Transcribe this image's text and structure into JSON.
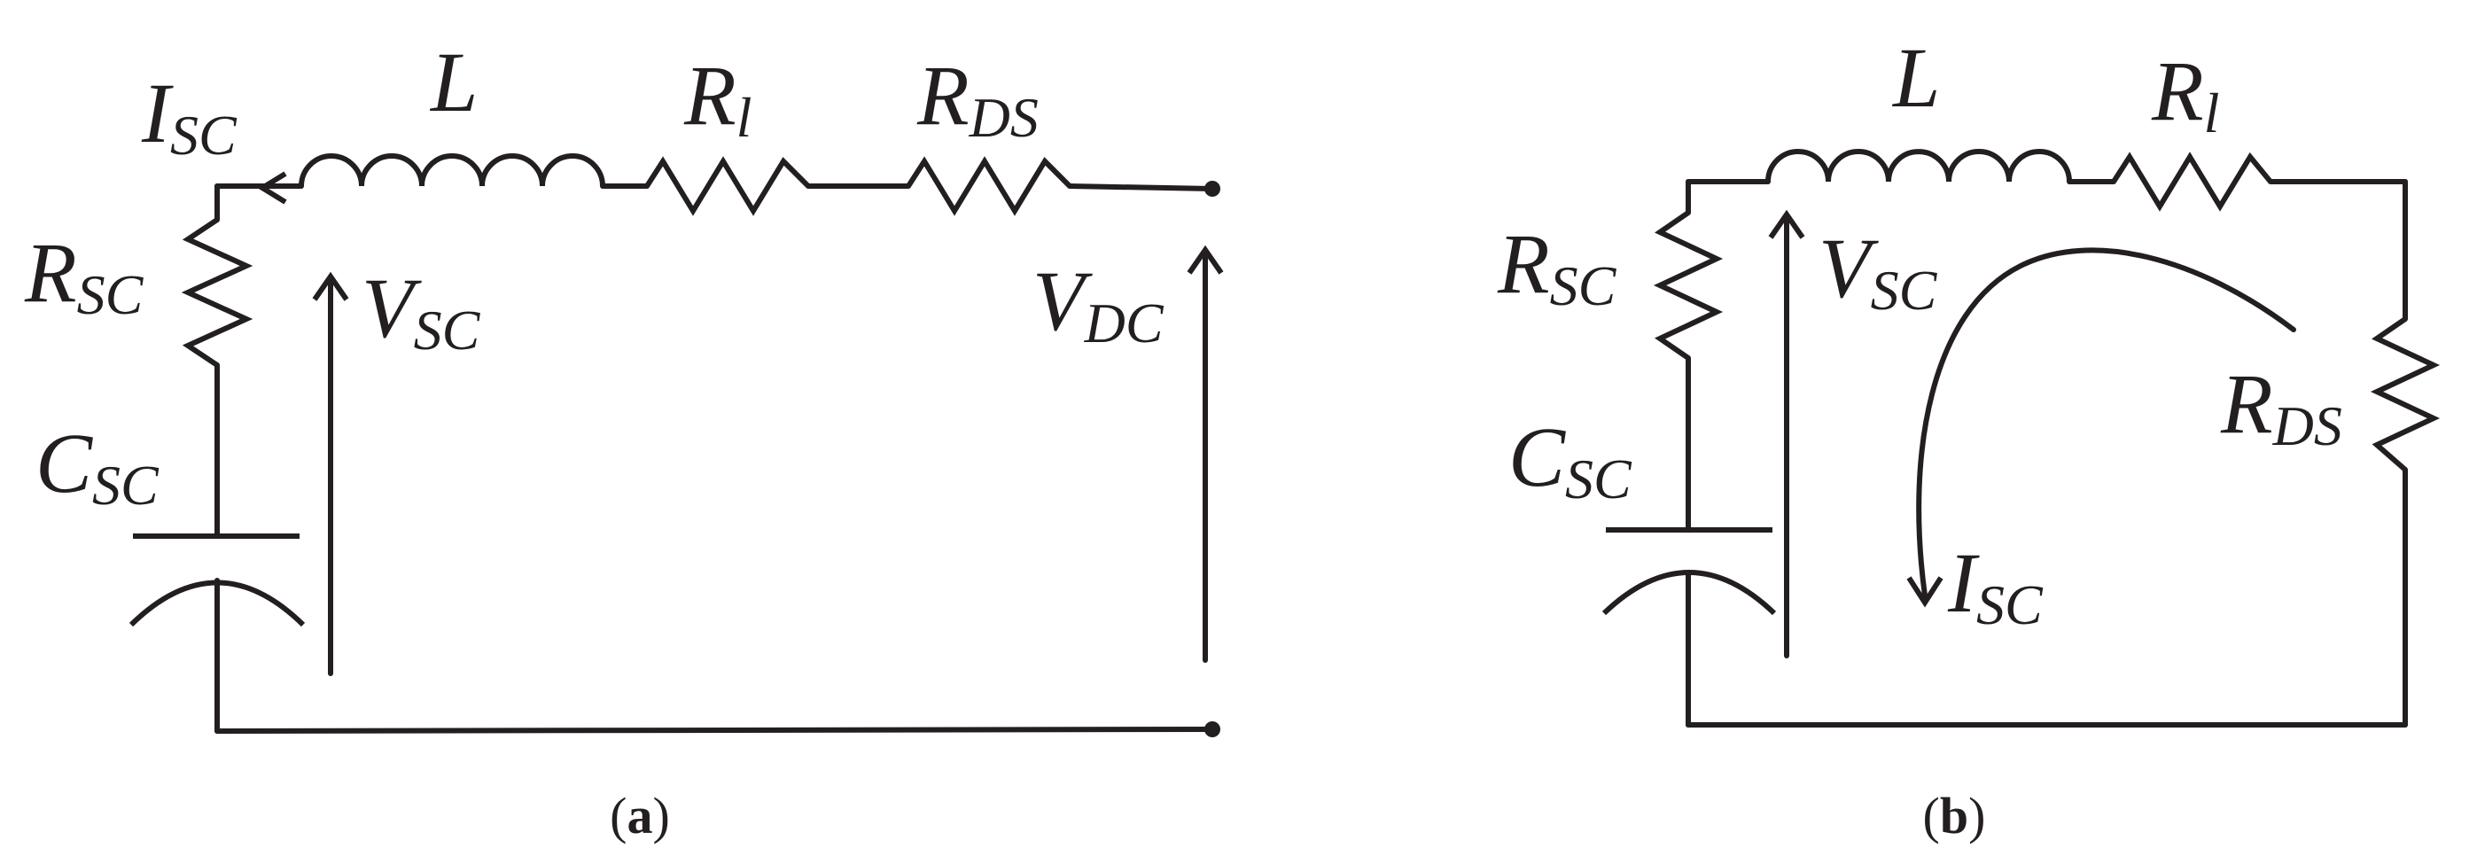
{
  "circuit_a": {
    "caption_open": "(",
    "caption_letter": "a",
    "caption_close": ")",
    "L": {
      "main": "L"
    },
    "Rl": {
      "main": "R",
      "sub": "l"
    },
    "RDS": {
      "main": "R",
      "sub": "DS"
    },
    "ISC": {
      "main": "I",
      "sub": "SC"
    },
    "RSC": {
      "main": "R",
      "sub": "SC"
    },
    "VSC": {
      "main": "V",
      "sub": "SC"
    },
    "VDC": {
      "main": "V",
      "sub": "DC"
    },
    "CSC": {
      "main": "C",
      "sub": "SC"
    }
  },
  "circuit_b": {
    "caption_open": "(",
    "caption_letter": "b",
    "caption_close": ")",
    "L": {
      "main": "L"
    },
    "Rl": {
      "main": "R",
      "sub": "l"
    },
    "RSC": {
      "main": "R",
      "sub": "SC"
    },
    "VSC": {
      "main": "V",
      "sub": "SC"
    },
    "RDS": {
      "main": "R",
      "sub": "DS"
    },
    "CSC": {
      "main": "C",
      "sub": "SC"
    },
    "ISC": {
      "main": "I",
      "sub": "SC"
    }
  },
  "colors": {
    "ink": "#231f20",
    "background": "#ffffff"
  }
}
